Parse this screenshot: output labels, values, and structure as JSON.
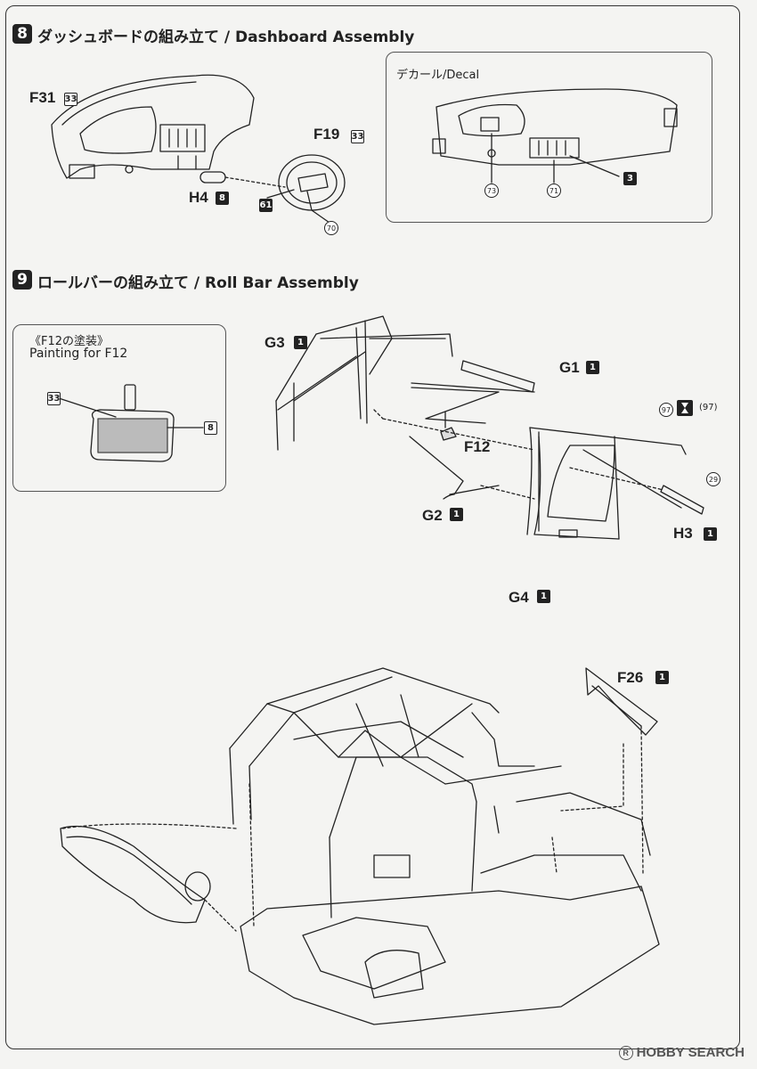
{
  "step8": {
    "number": "8",
    "title": "ダッシュボードの組み立て / Dashboard Assembly",
    "parts": {
      "f31": {
        "label": "F31",
        "color": "33"
      },
      "f19": {
        "label": "F19",
        "color": "33"
      },
      "h4": {
        "label": "H4",
        "color": "8"
      },
      "steering_color": "61",
      "steering_decal": "70"
    },
    "decal_inset": {
      "title": "デカール/Decal",
      "decals": [
        "73",
        "71"
      ],
      "color": "3"
    }
  },
  "step9": {
    "number": "9",
    "title": "ロールバーの組み立て / Roll Bar Assembly",
    "painting_inset": {
      "title_jp": "《F12の塗装》",
      "title_en": "Painting for F12",
      "colors": [
        "33",
        "8"
      ]
    },
    "parts": {
      "g3": {
        "label": "G3",
        "qty": "1"
      },
      "g1": {
        "label": "G1",
        "qty": "1"
      },
      "f12": {
        "label": "F12"
      },
      "g2": {
        "label": "G2",
        "qty": "1"
      },
      "h3": {
        "label": "H3",
        "qty": "1"
      },
      "g4": {
        "label": "G4",
        "qty": "1"
      },
      "f26": {
        "label": "F26",
        "qty": "1"
      },
      "decal_97": "97",
      "decal_97_paren": "(97)",
      "decal_29": "29"
    }
  },
  "watermark": {
    "symbol": "R",
    "text": "HOBBY SEARCH"
  }
}
